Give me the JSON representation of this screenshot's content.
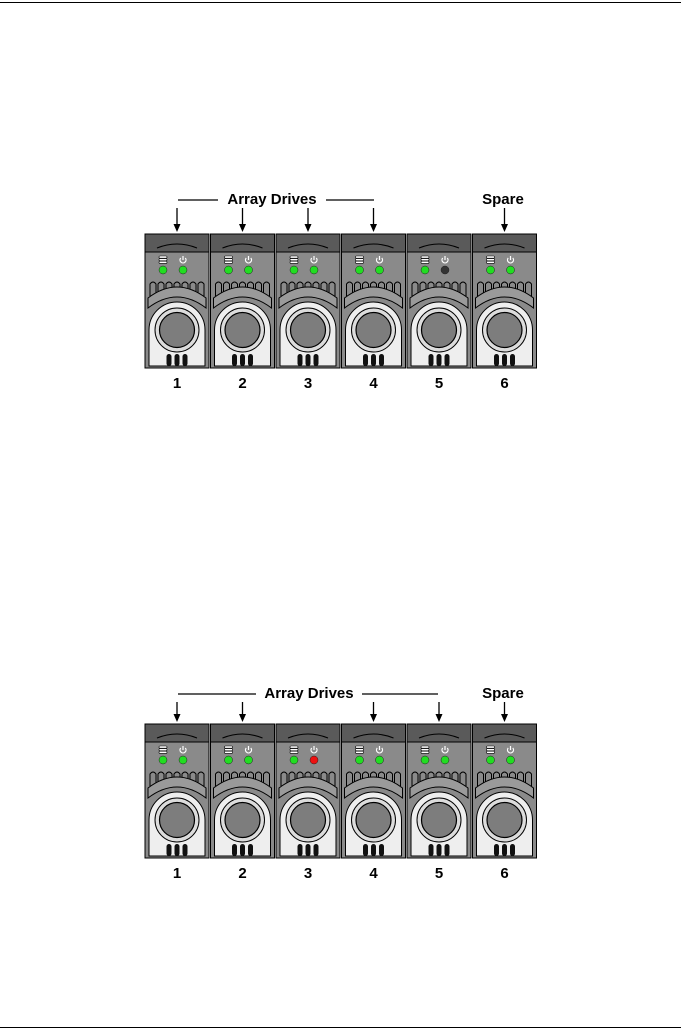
{
  "diagrams": [
    {
      "array_label": "Array Drives",
      "spare_label": "Spare",
      "drives": [
        {
          "number": "1",
          "role": "array",
          "status_led": "green",
          "power_led": "green"
        },
        {
          "number": "2",
          "role": "array",
          "status_led": "green",
          "power_led": "green"
        },
        {
          "number": "3",
          "role": "array",
          "status_led": "green",
          "power_led": "green"
        },
        {
          "number": "4",
          "role": "array",
          "status_led": "green",
          "power_led": "green"
        },
        {
          "number": "5",
          "role": "none",
          "status_led": "green",
          "power_led": "off"
        },
        {
          "number": "6",
          "role": "spare",
          "status_led": "green",
          "power_led": "green"
        }
      ]
    },
    {
      "array_label": "Array Drives",
      "spare_label": "Spare",
      "drives": [
        {
          "number": "1",
          "role": "array",
          "status_led": "green",
          "power_led": "green"
        },
        {
          "number": "2",
          "role": "array",
          "status_led": "green",
          "power_led": "green"
        },
        {
          "number": "3",
          "role": "none",
          "status_led": "green",
          "power_led": "red"
        },
        {
          "number": "4",
          "role": "array",
          "status_led": "green",
          "power_led": "green"
        },
        {
          "number": "5",
          "role": "array",
          "status_led": "green",
          "power_led": "green"
        },
        {
          "number": "6",
          "role": "spare",
          "status_led": "green",
          "power_led": "green"
        }
      ]
    }
  ],
  "colors": {
    "led_green": "#22dd22",
    "led_red": "#ee1111",
    "led_off": "#333333",
    "tray_body": "#8a8a8a",
    "tray_dark": "#5a5a5a",
    "knob": "#7d7d7d",
    "latch_light": "#eeeeee"
  },
  "icons": {
    "status": "disk-stack-icon",
    "power": "power-icon"
  }
}
